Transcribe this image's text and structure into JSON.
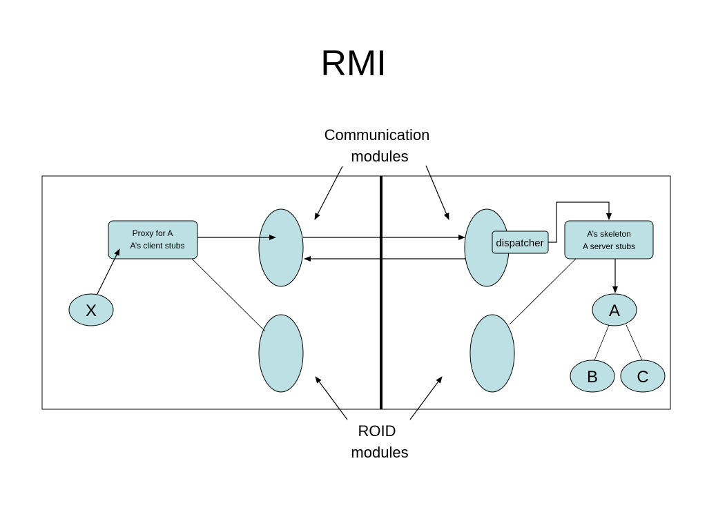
{
  "slide": {
    "title": "RMI"
  },
  "diagram": {
    "fill_color": "#bce0e3",
    "labels": {
      "communication_modules": [
        "Communication",
        "modules"
      ],
      "roid_modules": [
        "ROID",
        "modules"
      ]
    },
    "client": {
      "proxy_box": [
        "Proxy for A",
        "A’s client stubs"
      ],
      "object_x": "X"
    },
    "server": {
      "dispatcher": "dispatcher",
      "skeleton_box": [
        "A’s skeleton",
        "A server stubs"
      ],
      "object_a": "A",
      "object_b": "B",
      "object_c": "C"
    }
  }
}
